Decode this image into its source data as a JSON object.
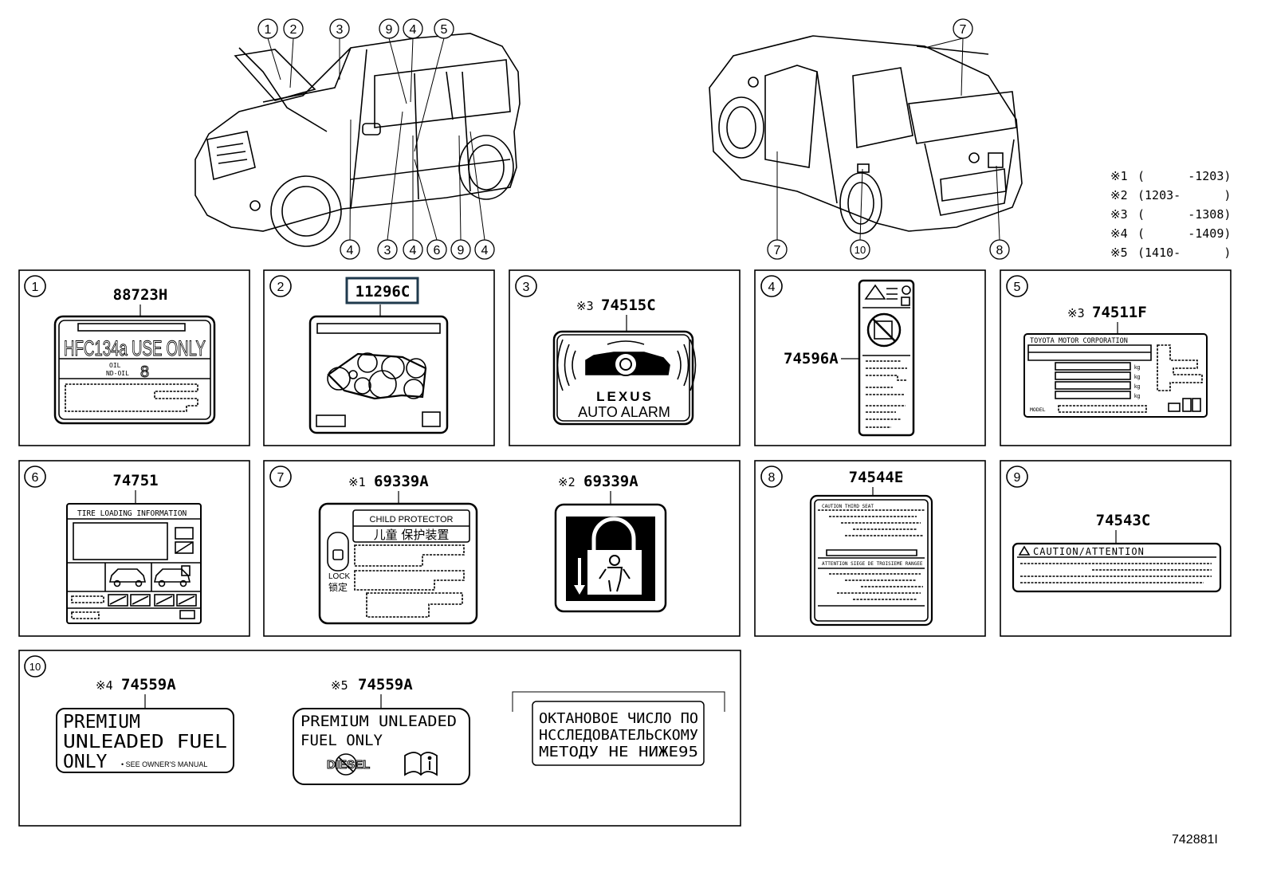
{
  "callouts": {
    "front": [
      "1",
      "2",
      "3",
      "9",
      "4",
      "5"
    ],
    "front_bottom": [
      "4",
      "3",
      "4",
      "6",
      "9",
      "4"
    ],
    "rear_top": "7",
    "rear_bottom": [
      "7",
      "10",
      "8"
    ]
  },
  "legend": [
    {
      "mark": "※1",
      "range": "(      -1203)"
    },
    {
      "mark": "※2",
      "range": "(1203-      )"
    },
    {
      "mark": "※3",
      "range": "(      -1308)"
    },
    {
      "mark": "※4",
      "range": "(      -1409)"
    },
    {
      "mark": "※5",
      "range": "(1410-      )"
    }
  ],
  "panels": {
    "p1": {
      "num": "1",
      "part": "88723H",
      "label_text": "HFC134a USE ONLY",
      "oil_a": "OIL",
      "oil_b": "ND-OIL",
      "oil_grade": "8"
    },
    "p2": {
      "num": "2",
      "part": "11296C"
    },
    "p3": {
      "num": "3",
      "mark": "※3",
      "part": "74515C",
      "brand": "LEXUS",
      "caption": "AUTO ALARM"
    },
    "p4": {
      "num": "4",
      "part": "74596A"
    },
    "p5": {
      "num": "5",
      "mark": "※3",
      "part": "74511F",
      "header": "TOYOTA MOTOR CORPORATION",
      "model": "MODEL",
      "unit": "kg"
    },
    "p6": {
      "num": "6",
      "part": "74751",
      "header": "TIRE LOADING INFORMATION"
    },
    "p7": {
      "num": "7",
      "mark1": "※1",
      "part1": "69339A",
      "mark2": "※2",
      "part2": "69339A",
      "cp_en": "CHILD PROTECTOR",
      "cp_cn": "儿童 保护装置",
      "lock_en": "LOCK",
      "lock_cn": "锁定"
    },
    "p8": {
      "num": "8",
      "part": "74544E",
      "line1": "CAUTION THIRD SEAT",
      "line2": "ATTENTION SIEGE DE TROISIEME RANGEE"
    },
    "p9": {
      "num": "9",
      "part": "74543C",
      "header": "CAUTION/ATTENTION"
    },
    "p10": {
      "num": "10",
      "mark1": "※4",
      "part1": "74559A",
      "l1a": "PREMIUM",
      "l1b": "UNLEADED FUEL",
      "l1c": "ONLY",
      "l1d": "• SEE OWNER'S MANUAL",
      "mark2": "※5",
      "part2": "74559A",
      "l2a": "PREMIUM UNLEADED",
      "l2b": "FUEL ONLY",
      "l2c": "DIESEL",
      "ru1": "ОКТАНОВОЕ ЧИСЛО ПО",
      "ru2": "НССЛЕДОВАТЕЛЬСКОМУ",
      "ru3": "МЕТОДУ НЕ НИЖЕ95"
    }
  },
  "figure_id": "742881I"
}
